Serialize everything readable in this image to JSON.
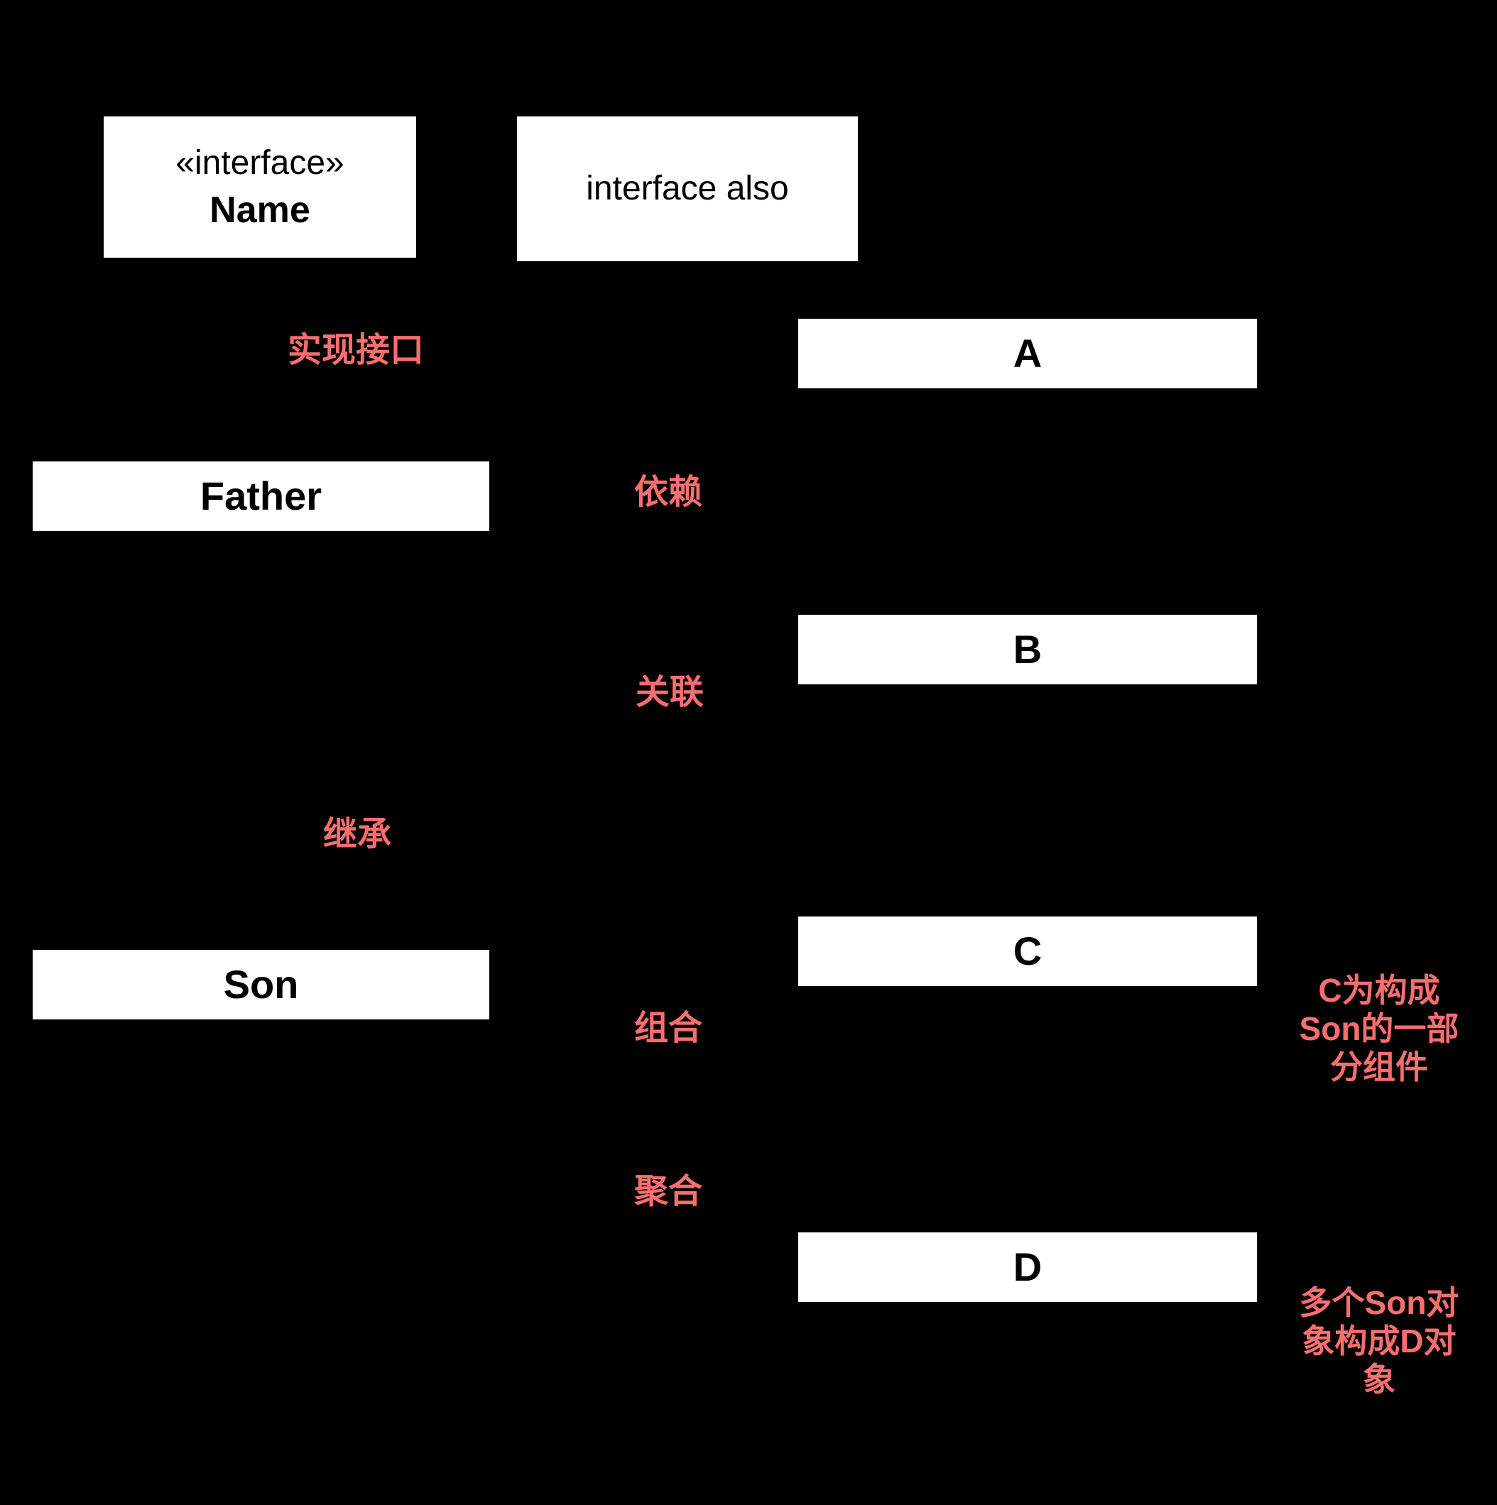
{
  "colors": {
    "background": "#000000",
    "box_background": "#ffffff",
    "box_text": "#000000",
    "label_red": "#f86e6e"
  },
  "diagram": {
    "interface_box": {
      "stereotype": "«interface»",
      "name": "Name"
    },
    "interface_also_box": {
      "label": "interface also"
    },
    "class_boxes": {
      "a": "A",
      "b": "B",
      "c": "C",
      "d": "D",
      "father": "Father",
      "son": "Son"
    },
    "relation_labels": {
      "implement": "实现接口",
      "dependency": "依赖",
      "association": "关联",
      "inheritance": "继承",
      "composition": "组合",
      "aggregation": "聚合"
    },
    "annotations": {
      "composition_note": "C为构成\nSon的一部\n分组件",
      "aggregation_note": "多个Son对\n象构成D对\n象"
    }
  }
}
